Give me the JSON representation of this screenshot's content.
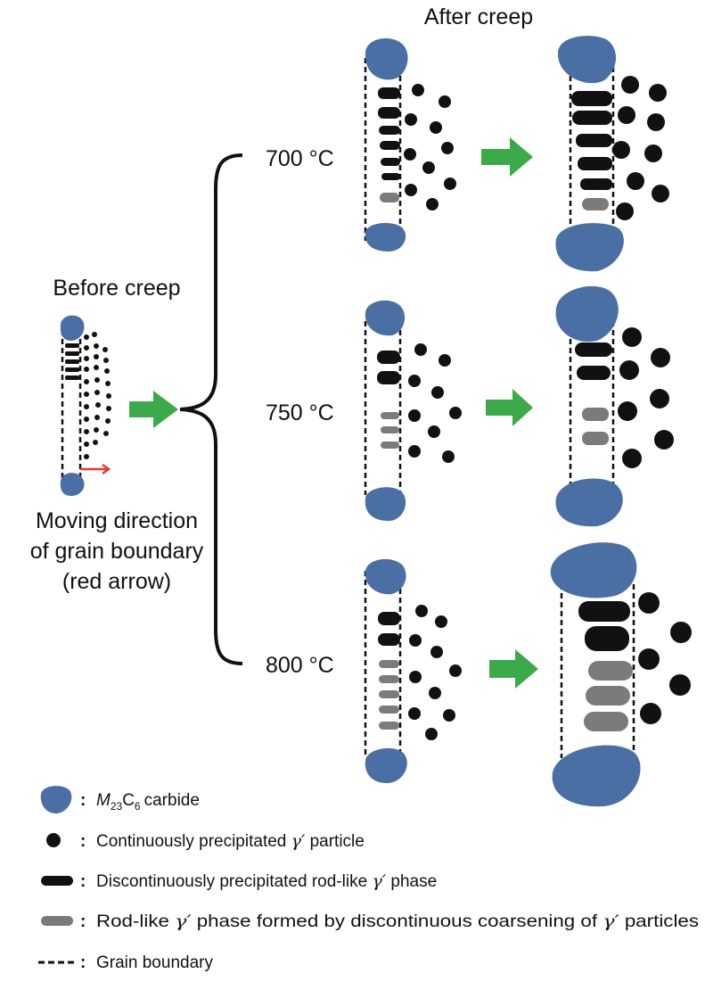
{
  "labels": {
    "before": "Before creep",
    "after": "After creep",
    "moving_line1": "Moving direction",
    "moving_line2": "of grain boundary",
    "moving_line3": "(red arrow)"
  },
  "temperatures": [
    "700 °C",
    "750 °C",
    "800 °C"
  ],
  "legend": {
    "separator": ":",
    "carbide": {
      "m": "M",
      "m_sub": "23",
      "c": "C",
      "c_sub": "6",
      "rest": "carbide"
    },
    "continuous": {
      "pre": "Continuously precipitated ",
      "gamma": "γ′",
      "post": " particle"
    },
    "discontinuous": {
      "pre": "Discontinuously precipitated rod-like ",
      "gamma": "γ′",
      "post": " phase"
    },
    "rodlike": {
      "pre": "Rod-like ",
      "gamma1": "γ′",
      "mid": " phase formed by discontinuous coarsening of ",
      "gamma2": "γ′",
      "post": " particles"
    },
    "grain": {
      "text": "Grain boundary"
    }
  },
  "colors": {
    "carbide": "#4a6fa5",
    "particle": "#111111",
    "rod_dark": "#111111",
    "rod_gray": "#7d7a7a",
    "green_arrow": "#3daa4a",
    "red_arrow": "#e03a36"
  },
  "icons": {
    "carbide": "blob",
    "particle": "circle",
    "rod": "rounded-bar",
    "arrow": "block-arrow"
  }
}
